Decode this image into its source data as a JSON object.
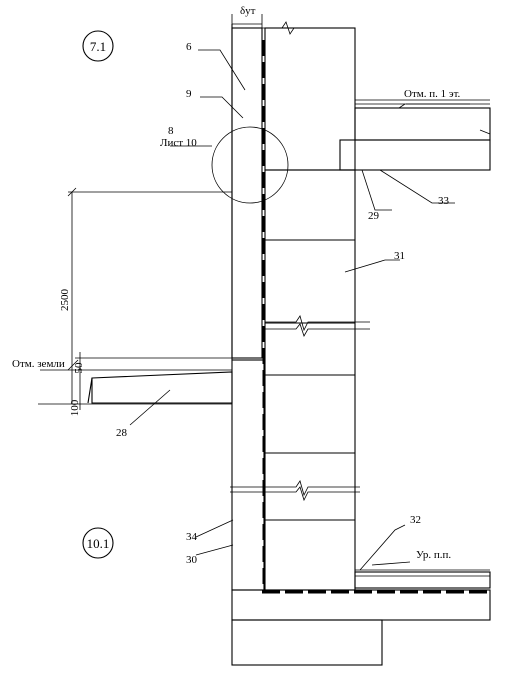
{
  "labels": {
    "delta_ut": "δут",
    "ring_71": "7.1",
    "ring_101": "10.1",
    "n6": "6",
    "n9": "9",
    "n8": "8",
    "sheet_ref": "Лист 10",
    "floor_mark": "Отм. п. 1 эт.",
    "n33": "33",
    "n29": "29",
    "n31": "31",
    "dim_2500": "2500",
    "ground_mark": "Отм. земли",
    "dim_50": "50",
    "dim_100": "100",
    "n28": "28",
    "n32": "32",
    "n34": "34",
    "n30": "30",
    "floor_level": "Ур. п.п."
  }
}
